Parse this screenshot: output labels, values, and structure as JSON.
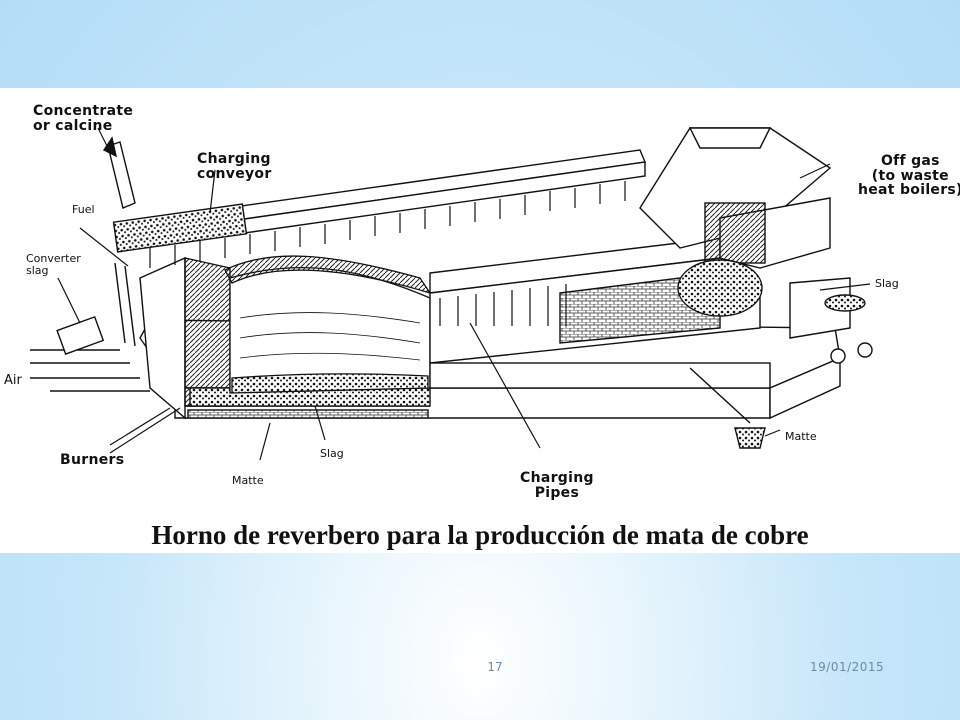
{
  "diagram": {
    "labels": {
      "concentrate": [
        "Concentrate",
        "or calcine"
      ],
      "charging_conveyor": [
        "Charging",
        "conveyor"
      ],
      "off_gas": [
        "Off gas",
        "(to waste",
        "heat boilers)"
      ],
      "fuel": "Fuel",
      "converter_slag": [
        "Converter",
        "slag"
      ],
      "air": "Air",
      "burners": "Burners",
      "matte_bottom": "Matte",
      "slag_bottom": "Slag",
      "charging_pipes": [
        "Charging",
        "Pipes"
      ],
      "slag_right": "Slag",
      "matte_right": "Matte"
    },
    "caption": "Horno de reverbero para la producción de mata de cobre"
  },
  "footer": {
    "page_number": "17",
    "date": "19/01/2015"
  }
}
